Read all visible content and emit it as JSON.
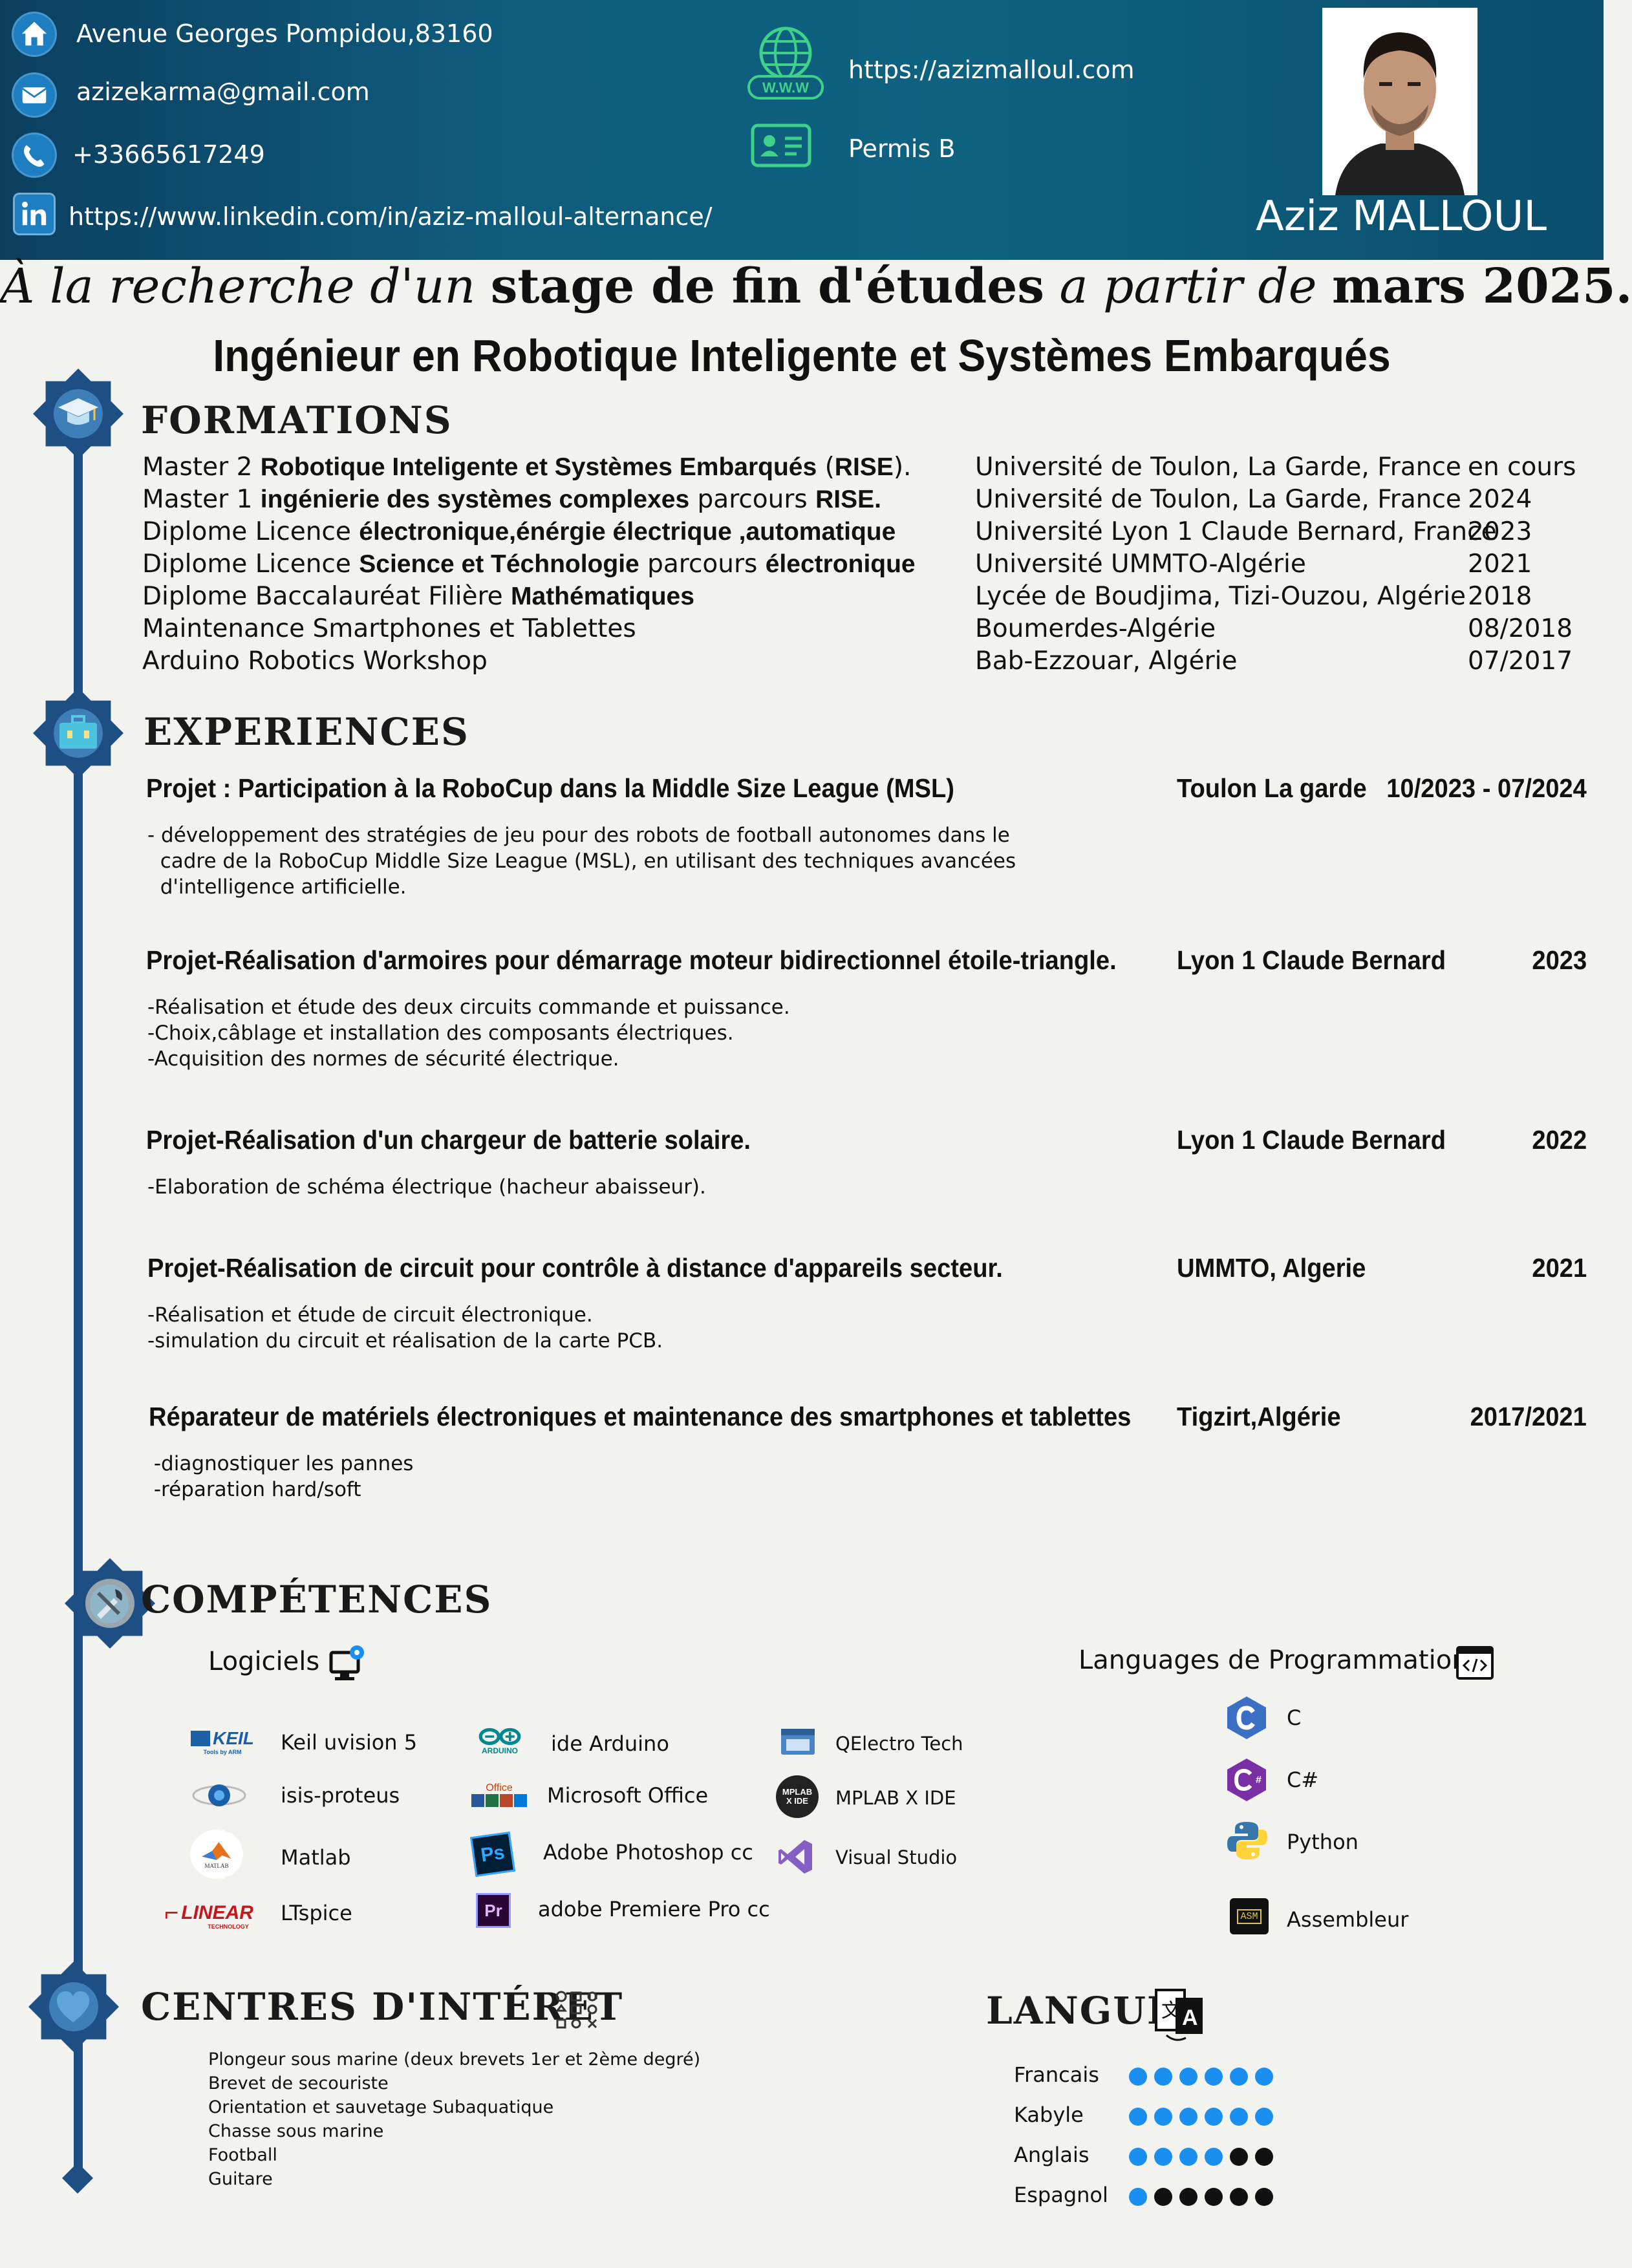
{
  "header": {
    "address": "Avenue Georges Pompidou,83160",
    "email": "azizekarma@gmail.com",
    "phone": "+33665617249",
    "linkedin": "https://www.linkedin.com/in/aziz-malloul-alternance/",
    "website": "https://azizmalloul.com",
    "website_badge": "W.W.W",
    "permit": "Permis B",
    "name": "Aziz MALLOUL"
  },
  "tagline": {
    "part1": "À la recherche d'un",
    "part2": "stage de fin d'études",
    "part3": "a partir de",
    "part4": "mars 2025."
  },
  "title": "Ingénieur en Robotique Inteligente et Systèmes Embarqués",
  "formations": {
    "heading": "FORMATIONS",
    "items": [
      {
        "pre": "Master 2 ",
        "bold": "Robotique Inteligente et Systèmes Embarqués",
        "post": " (",
        "bold2": "RISE",
        "post2": ").",
        "place": "Université de Toulon, La Garde, France",
        "date": "en cours"
      },
      {
        "pre": "Master 1 ",
        "bold": "ingénierie des systèmes complexes",
        "post": " parcours ",
        "bold2": "RISE.",
        "post2": "",
        "place": "Université de Toulon, La Garde, France",
        "date": "2024"
      },
      {
        "pre": "Diplome Licence ",
        "bold": "électronique,énérgie électrique ,automatique",
        "post": "",
        "bold2": "",
        "post2": "",
        "place": "Université Lyon 1 Claude Bernard, France",
        "date": "2023"
      },
      {
        "pre": "Diplome Licence ",
        "bold": "Science et Téchnologie",
        "post": " parcours ",
        "bold2": "électronique",
        "post2": "",
        "place": "Université UMMTO-Algérie",
        "date": "2021"
      },
      {
        "pre": "Diplome Baccalauréat Filière ",
        "bold": "Mathématiques",
        "post": "",
        "bold2": "",
        "post2": "",
        "place": "Lycée de Boudjima, Tizi-Ouzou, Algérie",
        "date": "2018"
      },
      {
        "pre": "Maintenance Smartphones et Tablettes",
        "bold": "",
        "post": "",
        "bold2": "",
        "post2": "",
        "place": "Boumerdes-Algérie",
        "date": "08/2018"
      },
      {
        "pre": "Arduino Robotics Workshop",
        "bold": "",
        "post": "",
        "bold2": "",
        "post2": "",
        "place": "Bab-Ezzouar, Algérie",
        "date": "07/2017"
      }
    ]
  },
  "experiences": {
    "heading": "EXPERIENCES",
    "items": [
      {
        "title": "Projet : Participation à la RoboCup dans la Middle Size League (MSL)",
        "place": "Toulon La garde",
        "date": "10/2023 - 07/2024",
        "lines": [
          "- développement des stratégies de jeu pour des robots de football autonomes dans le",
          "  cadre de la RoboCup Middle Size League (MSL), en utilisant des techniques avancées",
          "  d'intelligence artificielle."
        ]
      },
      {
        "title": "Projet-Réalisation d'armoires pour démarrage moteur bidirectionnel étoile-triangle.",
        "place": "Lyon 1 Claude Bernard",
        "date": "2023",
        "lines": [
          "-Réalisation et étude des deux circuits commande et puissance.",
          "-Choix,câblage et installation des composants électriques.",
          "-Acquisition des normes de sécurité électrique."
        ]
      },
      {
        "title": "Projet-Réalisation d'un chargeur de batterie solaire.",
        "place": "Lyon 1 Claude Bernard",
        "date": "2022",
        "lines": [
          "-Elaboration de schéma électrique (hacheur abaisseur)."
        ]
      },
      {
        "title": "Projet-Réalisation de circuit pour contrôle à distance d'appareils secteur.",
        "place": "UMMTO, Algerie",
        "date": "2021",
        "lines": [
          "-Réalisation et étude de circuit électronique.",
          "-simulation du circuit et réalisation de la carte PCB."
        ]
      },
      {
        "title": "Réparateur de matériels électroniques et maintenance des smartphones et tablettes",
        "place": "Tigzirt,Algérie",
        "date": "2017/2021",
        "lines": [
          " -diagnostiquer les pannes",
          " -réparation hard/soft"
        ]
      }
    ]
  },
  "competences": {
    "heading": "COMPÉTENCES",
    "software_heading": "Logiciels",
    "languages_heading": "Languages de Programmation",
    "software": [
      "Keil uvision 5",
      "isis-proteus",
      "Matlab",
      "LTspice",
      "ide Arduino",
      "Microsoft Office",
      "Adobe Photoshop cc",
      "adobe Premiere Pro cc",
      "QElectro Tech",
      "MPLAB X IDE",
      "Visual Studio"
    ],
    "logo_text": {
      "keil": "KEIL",
      "keil_sub": "Tools by ARM",
      "matlab": "MATLAB",
      "linear": "LINEAR",
      "linear_sub": "TECHNOLOGY",
      "arduino": "ARDUINO",
      "office": "Office",
      "ps": "Ps",
      "pr": "Pr",
      "mplab": "MPLAB X IDE",
      "asm": "ASM",
      "csharp": "C#"
    },
    "programming": [
      "C",
      "C#",
      "Python",
      "Assembleur"
    ]
  },
  "interets": {
    "heading": "CENTRES D'INTÉRET",
    "items": [
      "Plongeur sous marine (deux brevets 1er et 2ème degré)",
      "Brevet de secouriste",
      "Orientation et sauvetage Subaquatique",
      "Chasse sous marine",
      "Football",
      "Guitare"
    ]
  },
  "langue": {
    "heading": "LANGUE",
    "items": [
      {
        "name": "Francais",
        "level": 6,
        "max": 6
      },
      {
        "name": "Kabyle",
        "level": 6,
        "max": 6
      },
      {
        "name": "Anglais",
        "level": 4,
        "max": 6
      },
      {
        "name": "Espagnol",
        "level": 1,
        "max": 6
      }
    ]
  },
  "colors": {
    "header": "#0f5b7c",
    "timeline": "#1e4f84",
    "dot_on": "#1b8ff0",
    "dot_off": "#111111"
  }
}
